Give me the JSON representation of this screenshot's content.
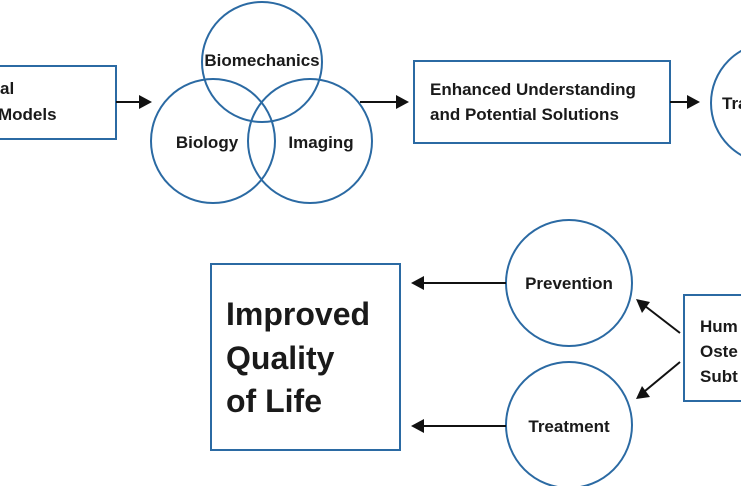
{
  "nodes": {
    "models_box": {
      "lines": [
        "al",
        "Models"
      ]
    },
    "biomechanics": {
      "label": "Biomechanics"
    },
    "biology": {
      "label": "Biology"
    },
    "imaging": {
      "label": "Imaging"
    },
    "understanding_box": {
      "lines": [
        "Enhanced Understanding",
        "and Potential Solutions"
      ]
    },
    "translation_circle": {
      "label": "Tra"
    },
    "prevention": {
      "label": "Prevention"
    },
    "treatment": {
      "label": "Treatment"
    },
    "quality_box": {
      "lines": [
        "Improved",
        "Quality",
        "of Life"
      ]
    },
    "human_box": {
      "lines": [
        "Hum",
        "Oste",
        "Subt"
      ]
    }
  },
  "colors": {
    "node_stroke": "#2b6aa3",
    "arrow": "#111111",
    "text": "#1a1a1a"
  }
}
